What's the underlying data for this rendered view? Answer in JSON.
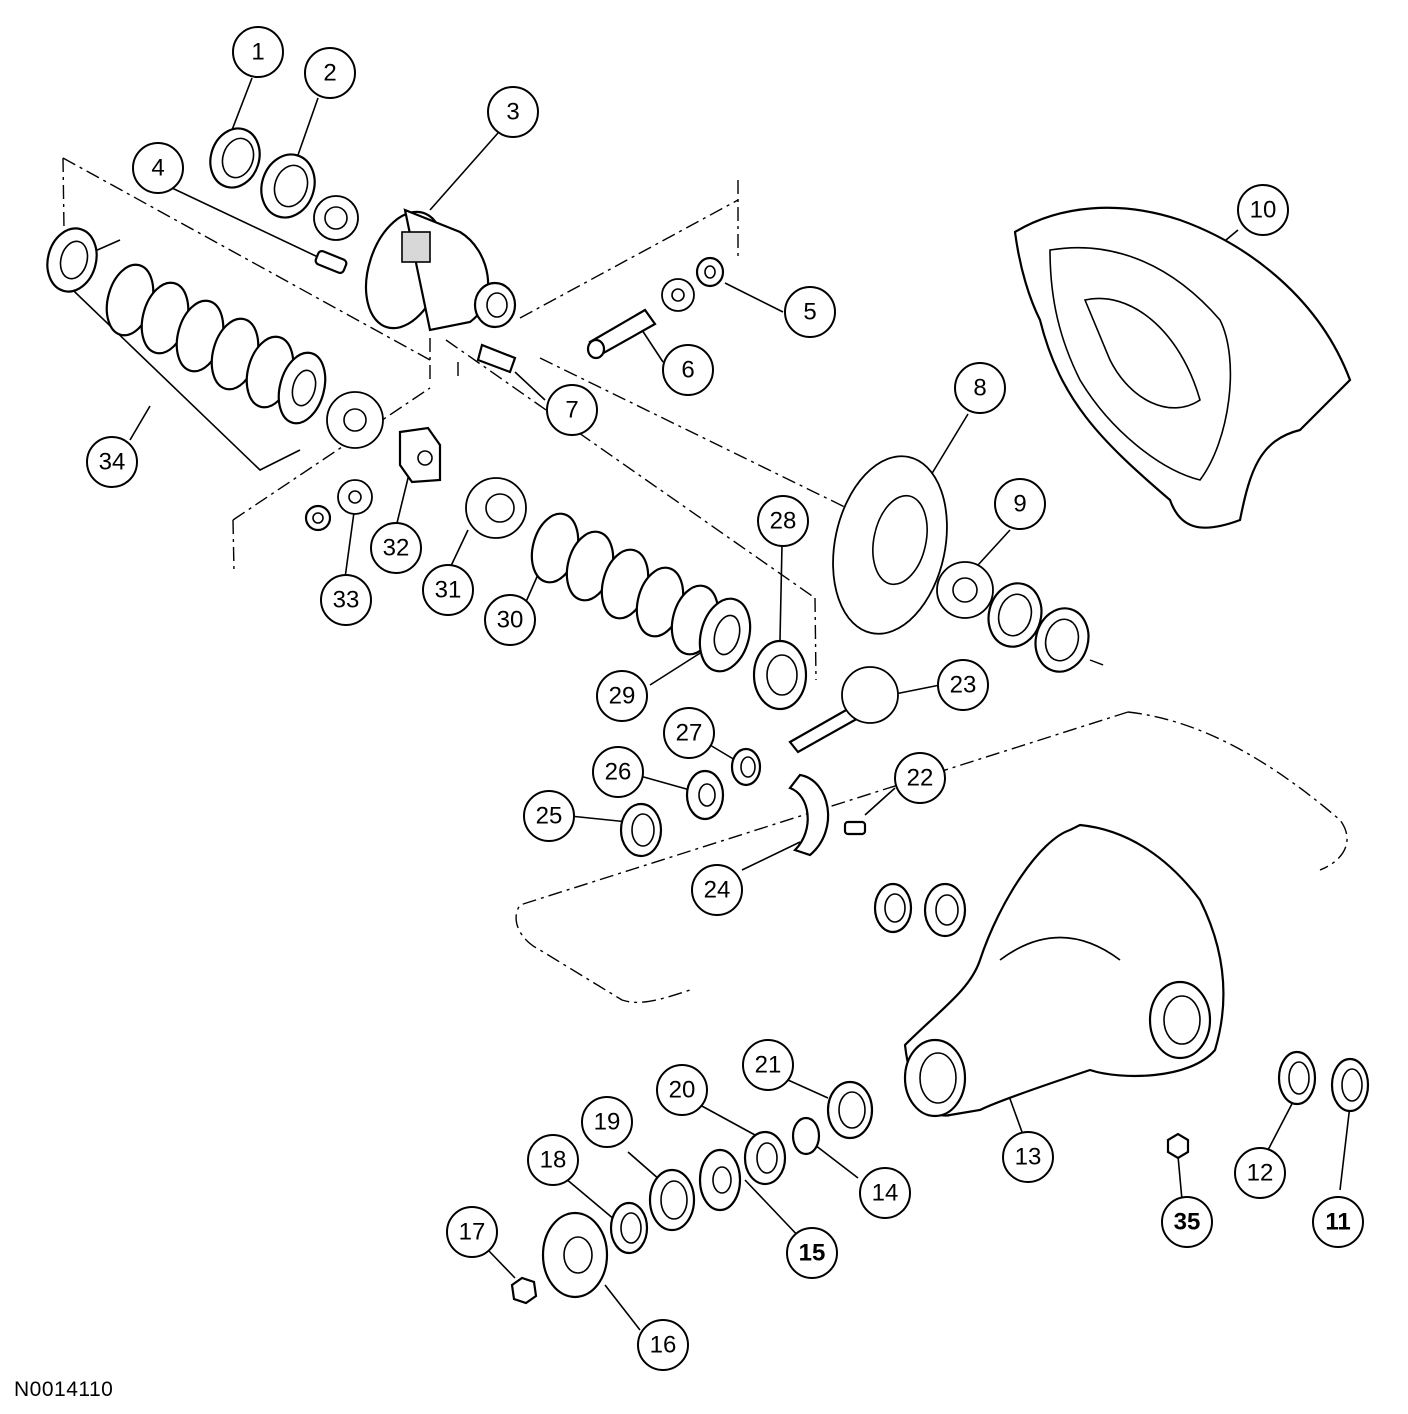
{
  "reference_code": "N0014110",
  "callouts": {
    "c1": "1",
    "c2": "2",
    "c3": "3",
    "c4": "4",
    "c5": "5",
    "c6": "6",
    "c7": "7",
    "c8": "8",
    "c9": "9",
    "c10": "10",
    "c11": "11",
    "c12": "12",
    "c13": "13",
    "c14": "14",
    "c15": "15",
    "c16": "16",
    "c17": "17",
    "c18": "18",
    "c19": "19",
    "c20": "20",
    "c21": "21",
    "c22": "22",
    "c23": "23",
    "c24": "24",
    "c25": "25",
    "c26": "26",
    "c27": "27",
    "c28": "28",
    "c29": "29",
    "c30": "30",
    "c31": "31",
    "c32": "32",
    "c33": "33",
    "c34": "34",
    "c35": "35"
  }
}
